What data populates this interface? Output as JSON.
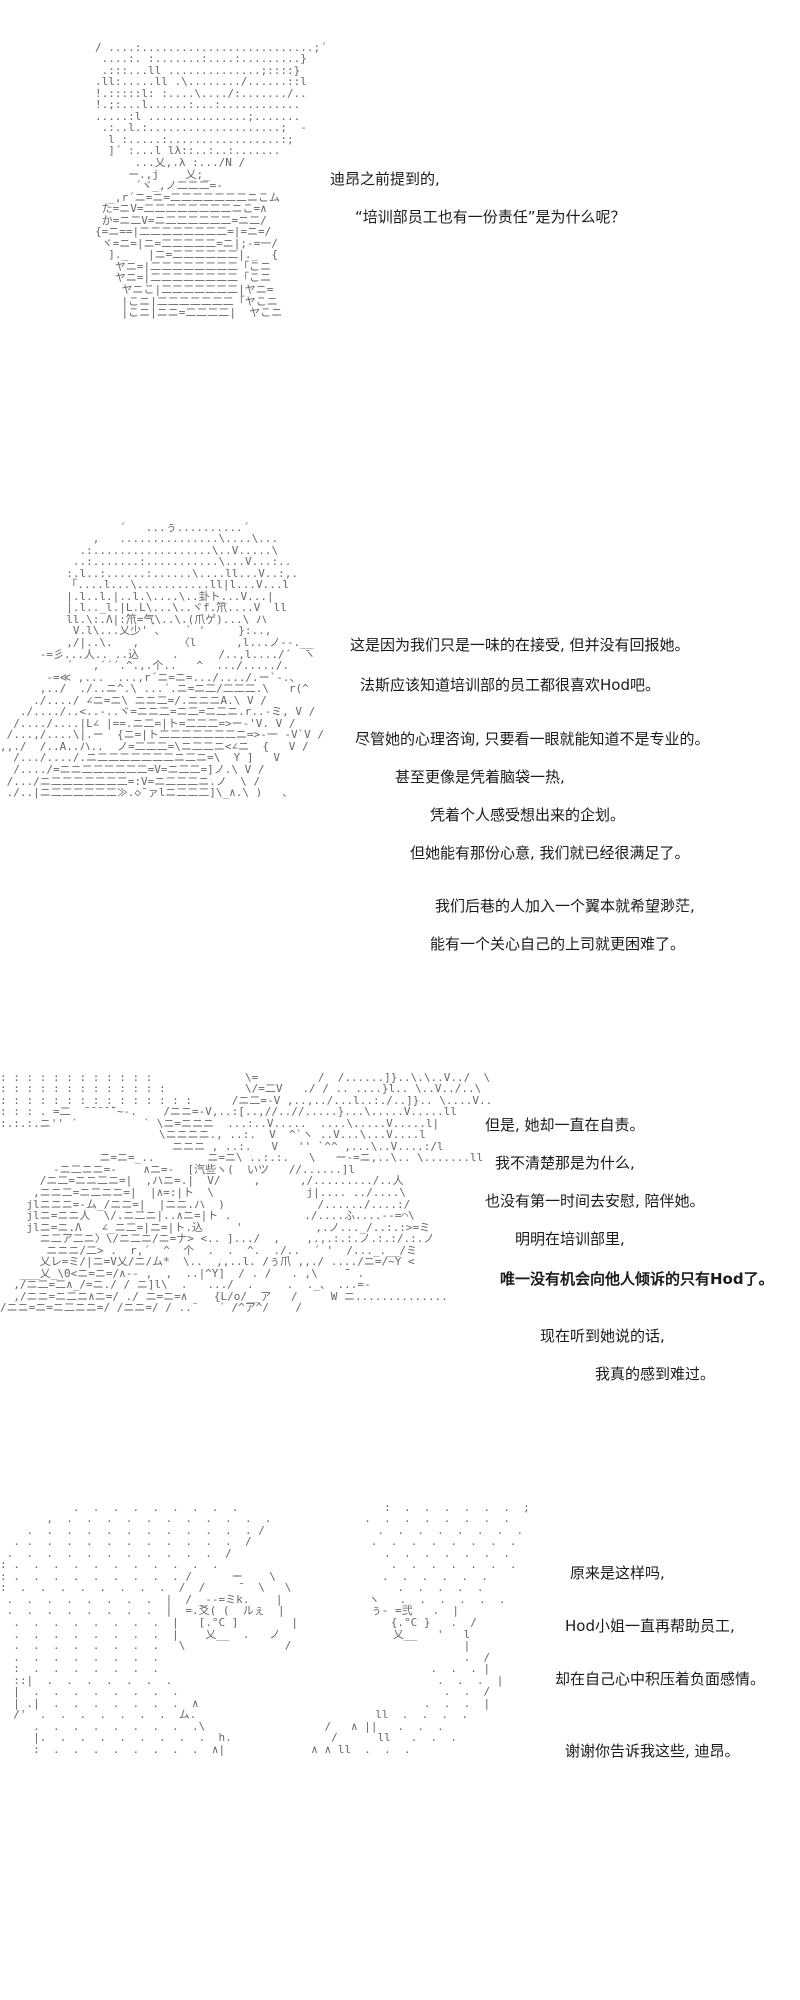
{
  "panels": [
    {
      "lines": [
        "迪昂之前提到的,",
        "“培训部员工也有一份责任”是为什么呢？"
      ]
    },
    {
      "lines": [
        "这是因为我们只是一味的在接受, 但并没有回报她。",
        "法斯应该知道培训部的员工都很喜欢Hod吧。",
        "尽管她的心理咨询, 只要看一眼就能知道不是专业的。",
        "甚至更像是凭着脑袋一热,",
        "凭着个人感受想出来的企划。",
        "但她能有那份心意, 我们就已经很满足了。",
        "我们后巷的人加入一个翼本就希望渺茫,",
        "能有一个关心自己的上司就更困难了。"
      ]
    },
    {
      "lines": [
        "但是, 她却一直在自责。",
        "我不清楚那是为什么,",
        "也没有第一时间去安慰, 陪伴她。",
        "明明在培训部里,",
        "唯一没有机会向他人倾诉的只有Hod了。",
        "现在听到她说的话,",
        "我真的感到难过。"
      ]
    },
    {
      "lines": [
        "原来是这样吗,",
        "Hod小姐一直再帮助员工,",
        "却在自己心中积压着负面感情。",
        "谢谢你告诉我这些, 迪昂。"
      ]
    }
  ]
}
